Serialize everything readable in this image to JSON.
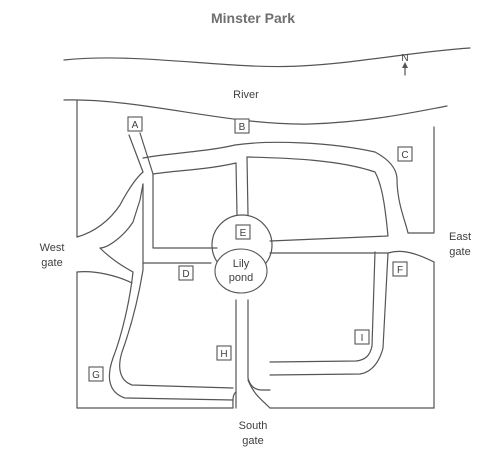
{
  "map": {
    "title": "Minster Park",
    "compass": {
      "label": "N"
    },
    "river": {
      "label": "River"
    },
    "gates": {
      "west": {
        "label_line1": "West",
        "label_line2": "gate"
      },
      "east": {
        "label_line1": "East",
        "label_line2": "gate"
      },
      "south": {
        "label_line1": "South",
        "label_line2": "gate"
      }
    },
    "pond": {
      "label_line1": "Lily",
      "label_line2": "pond"
    },
    "points": {
      "A": "A",
      "B": "B",
      "C": "C",
      "D": "D",
      "E": "E",
      "F": "F",
      "G": "G",
      "H": "H",
      "I": "I"
    }
  }
}
